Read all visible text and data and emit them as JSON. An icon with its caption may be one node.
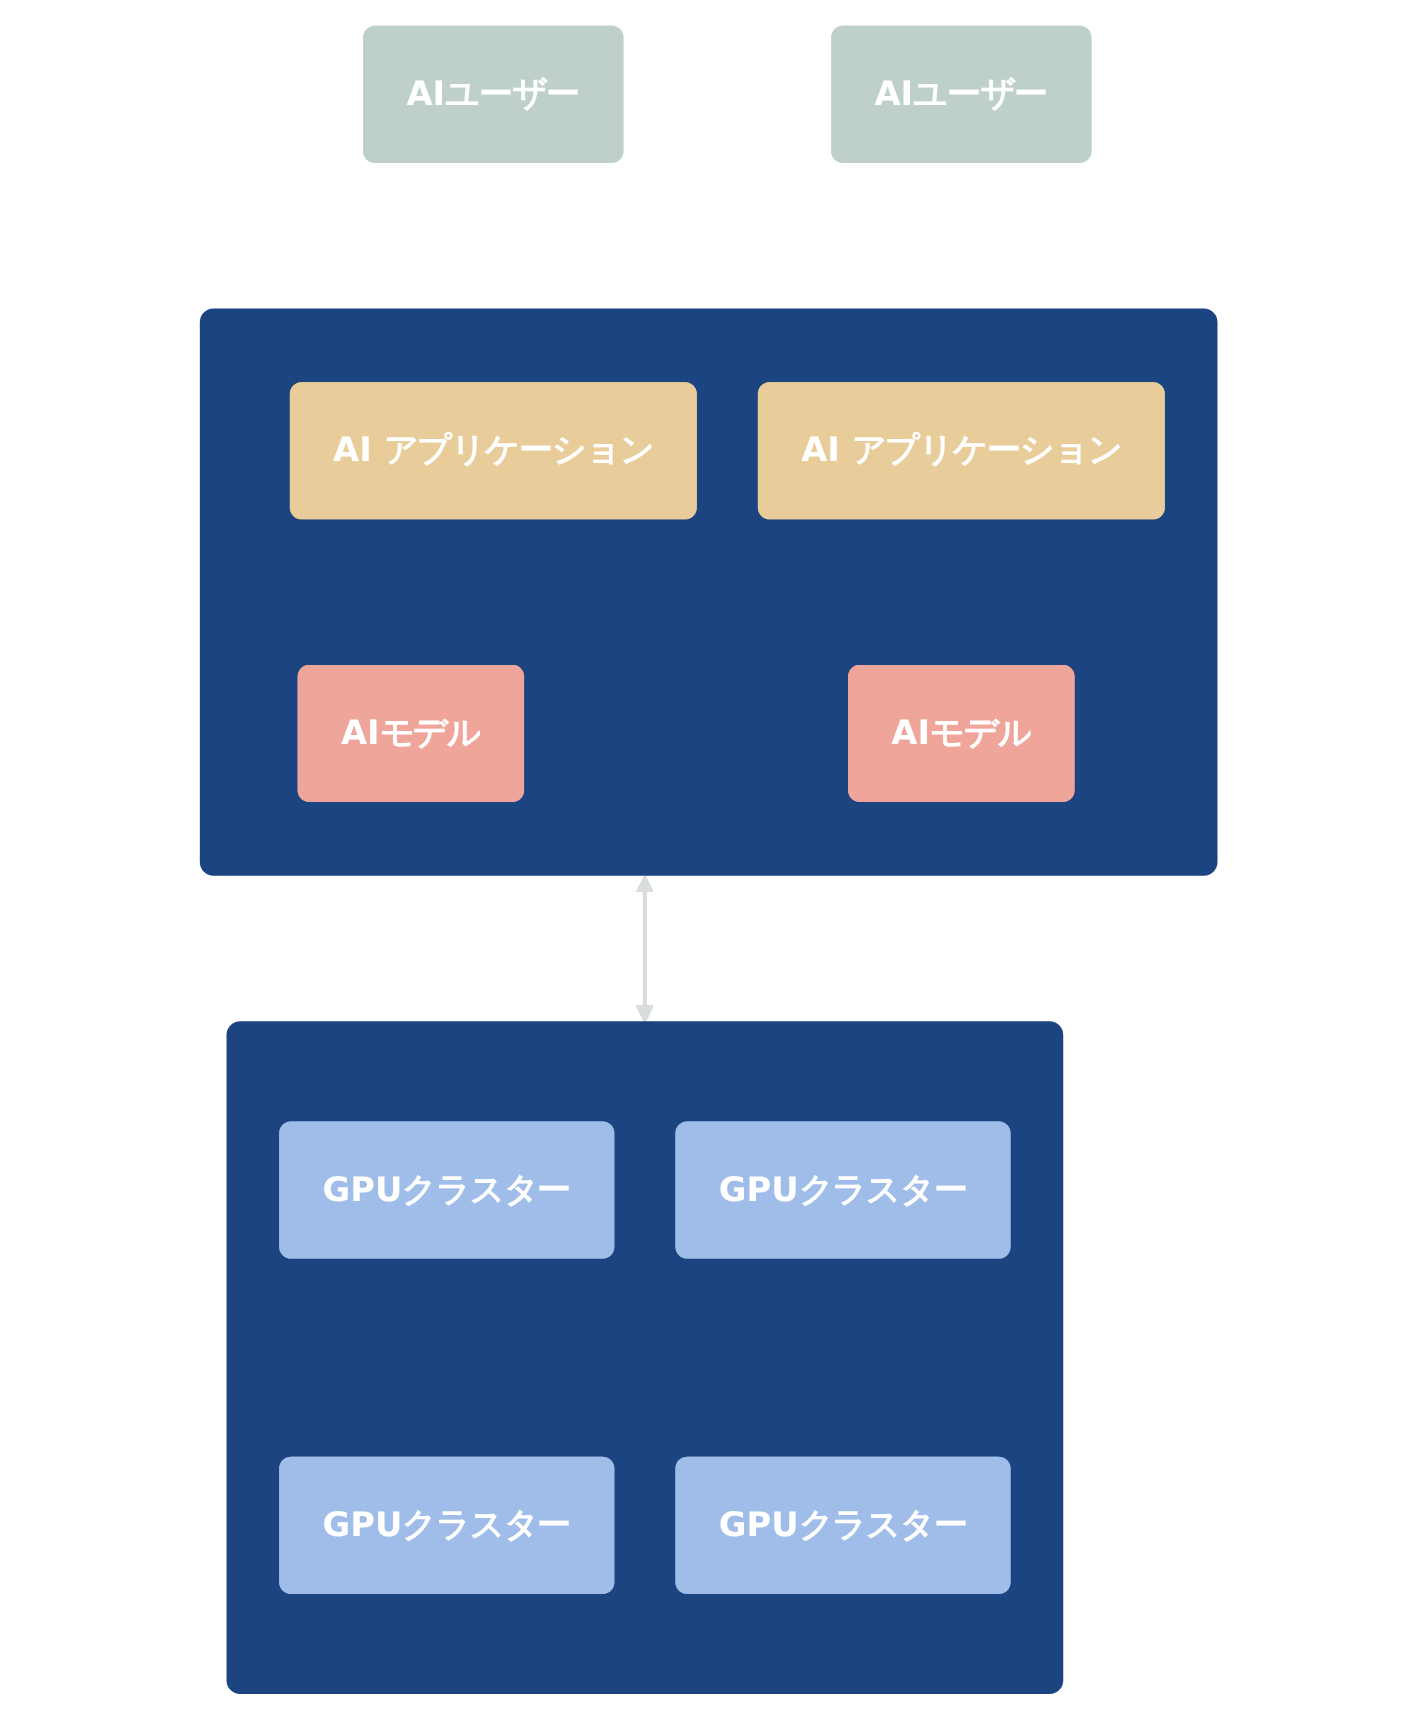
{
  "diagram": {
    "nodes": [
      {
        "text": [
          "AIユーザー"
        ]
      },
      {
        "text": [
          "AIユーザー"
        ]
      },
      {
        "text": [],
        "shape": "box"
      },
      {
        "text": [
          "AI アプリケーション"
        ],
        "in": 2
      },
      {
        "text": [
          "AI アプリケーション"
        ],
        "in": 2
      },
      {
        "text": [
          "AIモデル"
        ],
        "in": 2
      },
      {
        "text": [
          "AIモデル"
        ],
        "in": 2
      },
      {
        "text": [],
        "shape": "box"
      },
      {
        "text": [
          "GPUクラスター"
        ],
        "in": 7
      },
      {
        "text": [
          "GPUクラスター"
        ],
        "in": 7
      },
      {
        "text": [
          "GPUクラスター"
        ],
        "in": 7
      },
      {
        "text": [
          "GPUクラスター"
        ],
        "in": 7
      }
    ],
    "edges": [
      {
        "from": 2,
        "to": 7,
        "arrow": "both",
        "color": "#d9dedc"
      }
    ]
  }
}
